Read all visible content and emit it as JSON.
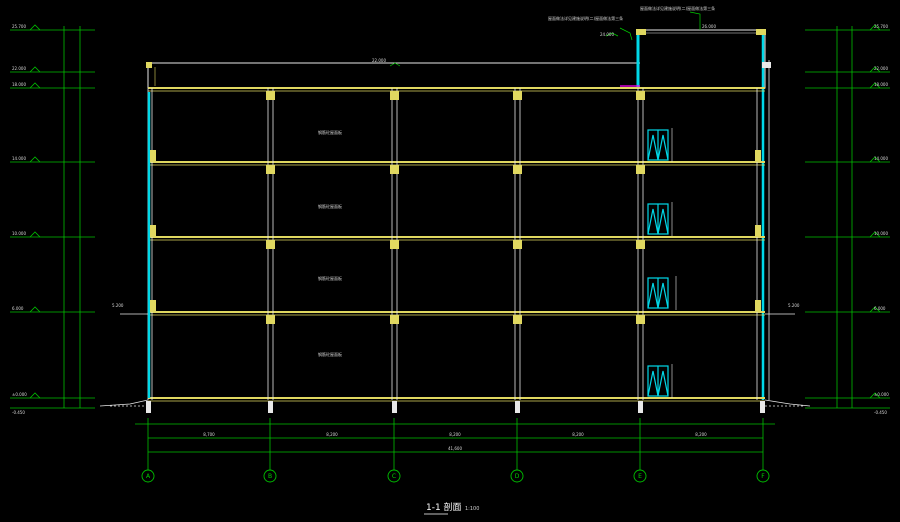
{
  "drawing": {
    "title": "1-1 剖面",
    "scale": "1:100"
  },
  "axes": [
    "A",
    "B",
    "C",
    "D",
    "E",
    "F"
  ],
  "bay_dims": [
    "8,700",
    "8,200",
    "8,200",
    "8,200",
    "8,200"
  ],
  "total_dim": "41,600",
  "room_labels": [
    "钢筋砼屋面板",
    "钢筋砼屋面板",
    "钢筋砼屋面板",
    "钢筋砼屋面板"
  ],
  "level_labels_left": [
    "25.700",
    "22.000",
    "18.000",
    "14.000",
    "10.000",
    "6.000",
    "±0.000",
    "-0.450"
  ],
  "level_labels_right": [
    "25.700",
    "22.000",
    "18.000",
    "14.000",
    "10.000",
    "6.000",
    "±0.000",
    "-0.450"
  ],
  "roof_level": "22.000",
  "roof_note": "22.000",
  "parapet_level": "26.000",
  "stair_level": "24.000",
  "ground_level_left": "5.200",
  "ground_level_right": "5.200",
  "annotations": [
    "屋面做法详见建施说明(二)屋面做法第三条",
    "屋面做法详见建施说明(二)屋面做法第三条"
  ],
  "colors": {
    "background": "#000000",
    "floor_slab": "#e0d860",
    "column": "#e8e8e8",
    "dimension": "#00d000",
    "glazing": "#00d8e8",
    "leader": "#ff00ff"
  }
}
